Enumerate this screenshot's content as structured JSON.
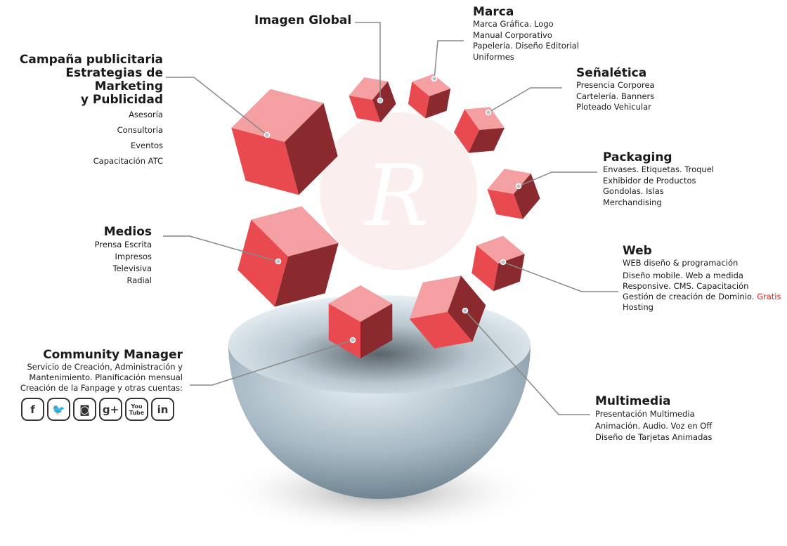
{
  "colors": {
    "cube": "#e8474c",
    "accent_red": "#e02020",
    "bowl": "#9fb3bf",
    "line": "#888888"
  },
  "sections": {
    "imagen_global": {
      "title": "Imagen Global",
      "items": []
    },
    "marca": {
      "title": "Marca",
      "items": [
        "Marca Gráfica. Logo",
        "Manual Corporativo",
        "Papelería. Diseño Editorial",
        "Uniformes"
      ]
    },
    "campana": {
      "title_lines": [
        "Campaña publicitaria",
        "Estrategias de Marketing",
        "y Publicidad"
      ],
      "items": [
        "Asesoría",
        "Consultoría",
        "Eventos",
        "Capacitación ATC"
      ]
    },
    "senaletica": {
      "title": "Señalética",
      "items": [
        "Presencia Corporea",
        "Cartelería. Banners",
        "Ploteado Vehicular"
      ]
    },
    "packaging": {
      "title": "Packaging",
      "items": [
        "Envases. Etiquetas. Troquel",
        "Exhibidor de Productos",
        "Gondolas. Islas",
        "Merchandising"
      ]
    },
    "medios": {
      "title": "Medios",
      "items": [
        "Prensa Escrita",
        "Impresos",
        "Televisiva",
        "Radial"
      ]
    },
    "web": {
      "title": "Web",
      "items": [
        "WEB diseño & programación",
        "Diseño mobile. Web a medida",
        "Responsive. CMS. Capacitación",
        "Gestión de creación de Dominio.",
        "Hosting"
      ],
      "highlight": "Gratis"
    },
    "community": {
      "title": "Community Manager",
      "items": [
        "Servicio de Creación, Administración y",
        "Mantenimiento. Planificación mensual",
        "Creación de la Fanpage y otras cuentas:"
      ],
      "social": [
        {
          "name": "facebook-icon",
          "glyph": "f"
        },
        {
          "name": "twitter-icon",
          "glyph": "🐦"
        },
        {
          "name": "instagram-icon",
          "glyph": "◙"
        },
        {
          "name": "google-plus-icon",
          "glyph": "g+"
        },
        {
          "name": "youtube-icon",
          "glyph": "You Tube"
        },
        {
          "name": "linkedin-icon",
          "glyph": "in"
        }
      ]
    },
    "multimedia": {
      "title": "Multimedia",
      "items": [
        "Presentación Multimedia",
        "Animación. Audio. Voz en Off",
        "Diseño de Tarjetas Animadas"
      ]
    }
  }
}
